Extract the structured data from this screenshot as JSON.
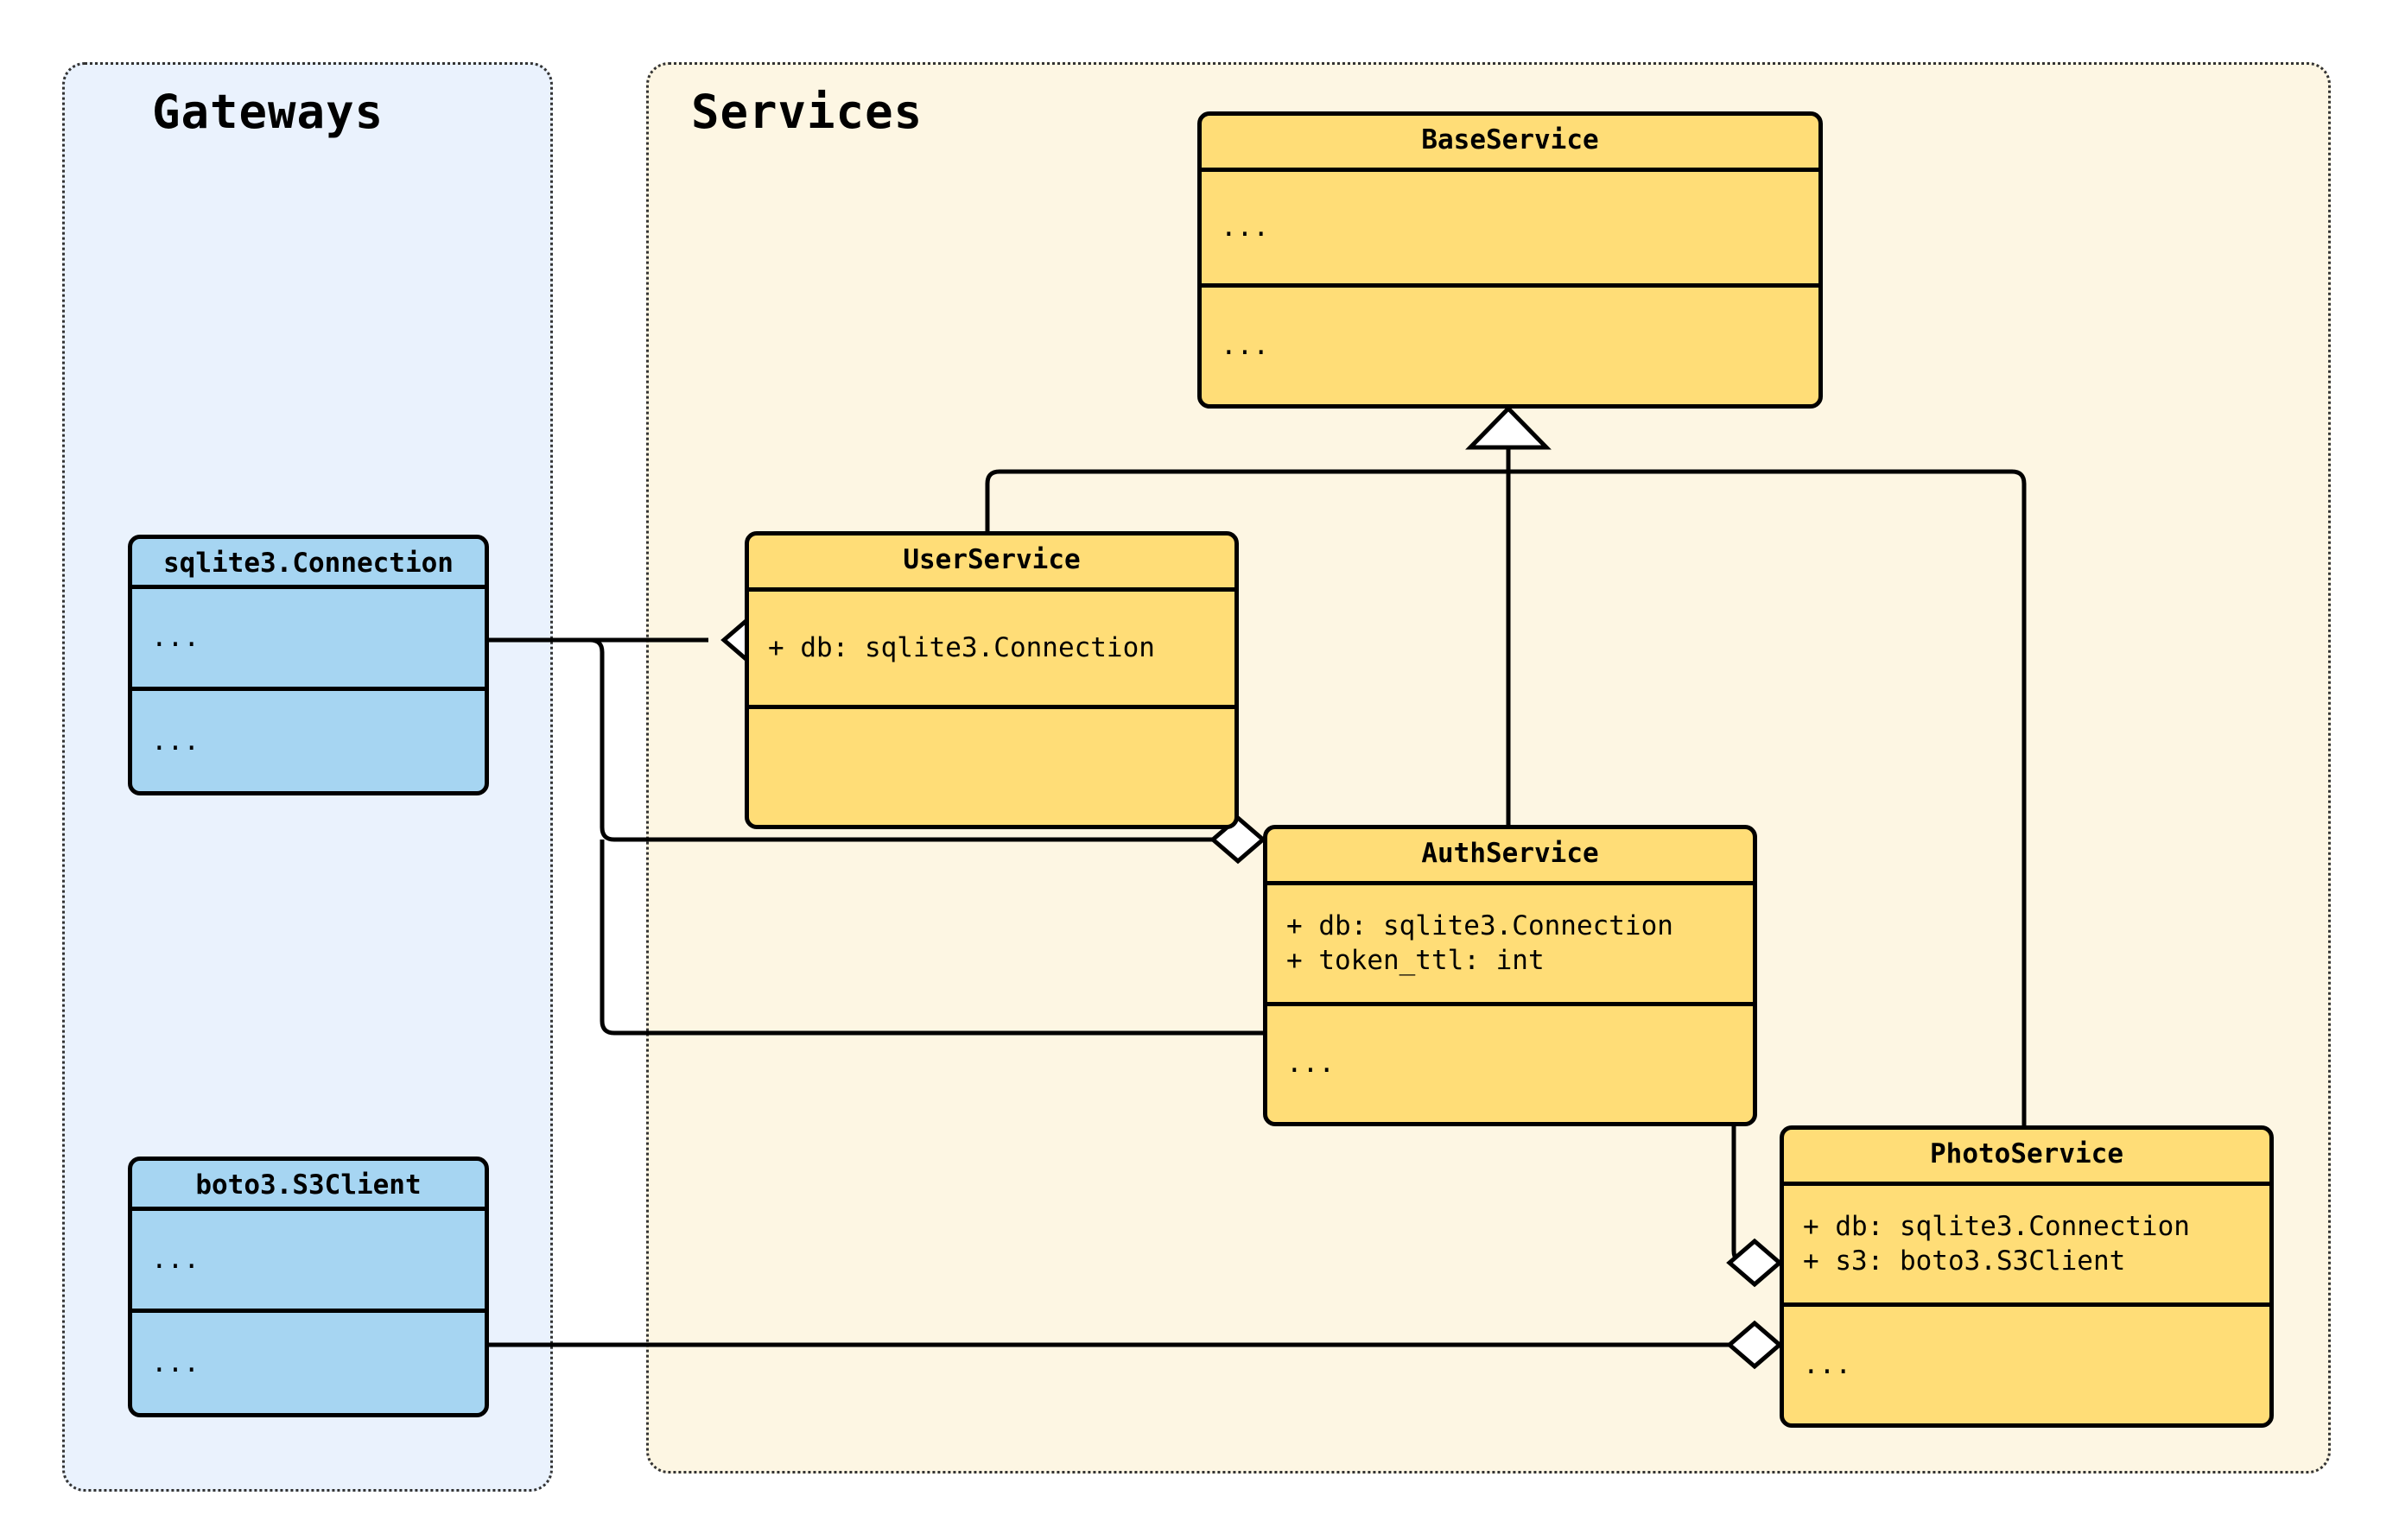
{
  "diagram": {
    "kind": "uml-class-diagram",
    "background": "#ffffff"
  },
  "packages": [
    {
      "id": "gateways",
      "title": "Gateways",
      "fill": "#eaf2fd",
      "border": "#333333"
    },
    {
      "id": "services",
      "title": "Services",
      "fill": "#fdf6e3",
      "border": "#333333"
    }
  ],
  "classes": [
    {
      "id": "base-service",
      "name": "BaseService",
      "package": "services",
      "fill": "#ffdd77",
      "header_fill": "#ffdd77",
      "border": "#000000",
      "attributes": [
        "..."
      ],
      "methods": [
        "..."
      ]
    },
    {
      "id": "user-service",
      "name": "UserService",
      "package": "services",
      "fill": "#ffdd77",
      "header_fill": "#ffdd77",
      "border": "#000000",
      "attributes": [
        "+ db: sqlite3.Connection"
      ],
      "methods": [
        ""
      ]
    },
    {
      "id": "auth-service",
      "name": "AuthService",
      "package": "services",
      "fill": "#ffdd77",
      "header_fill": "#ffdd77",
      "border": "#000000",
      "attributes": [
        "+ db: sqlite3.Connection",
        "+ token_ttl: int"
      ],
      "methods": [
        "..."
      ]
    },
    {
      "id": "photo-service",
      "name": "PhotoService",
      "package": "services",
      "fill": "#ffdd77",
      "header_fill": "#ffdd77",
      "border": "#000000",
      "attributes": [
        "+ db: sqlite3.Connection",
        "+ s3: boto3.S3Client"
      ],
      "methods": [
        "..."
      ]
    },
    {
      "id": "sqlite-connection",
      "name": "sqlite3.Connection",
      "package": "gateways",
      "fill": "#a6d5f2",
      "header_fill": "#a6d5f2",
      "border": "#000000",
      "attributes": [
        "..."
      ],
      "methods": [
        "..."
      ]
    },
    {
      "id": "boto3-s3client",
      "name": "boto3.S3Client",
      "package": "gateways",
      "fill": "#a6d5f2",
      "header_fill": "#a6d5f2",
      "border": "#000000",
      "attributes": [
        "..."
      ],
      "methods": [
        "..."
      ]
    }
  ],
  "relationships": [
    {
      "type": "generalization",
      "from": "user-service",
      "to": "base-service",
      "marker": "hollow-triangle"
    },
    {
      "type": "generalization",
      "from": "auth-service",
      "to": "base-service",
      "marker": "hollow-triangle"
    },
    {
      "type": "generalization",
      "from": "photo-service",
      "to": "base-service",
      "marker": "hollow-triangle"
    },
    {
      "type": "aggregation",
      "from": "sqlite-connection",
      "to": "user-service",
      "marker": "hollow-diamond"
    },
    {
      "type": "aggregation",
      "from": "sqlite-connection",
      "to": "auth-service",
      "marker": "hollow-diamond"
    },
    {
      "type": "aggregation",
      "from": "sqlite-connection",
      "to": "photo-service",
      "marker": "hollow-diamond"
    },
    {
      "type": "aggregation",
      "from": "boto3-s3client",
      "to": "photo-service",
      "marker": "hollow-diamond"
    }
  ],
  "colors": {
    "service_fill": "#ffdd77",
    "gateway_fill": "#a6d5f2",
    "services_panel": "#fdf6e3",
    "gateways_panel": "#eaf2fd",
    "line": "#000000",
    "marker_fill": "#ffffff"
  }
}
